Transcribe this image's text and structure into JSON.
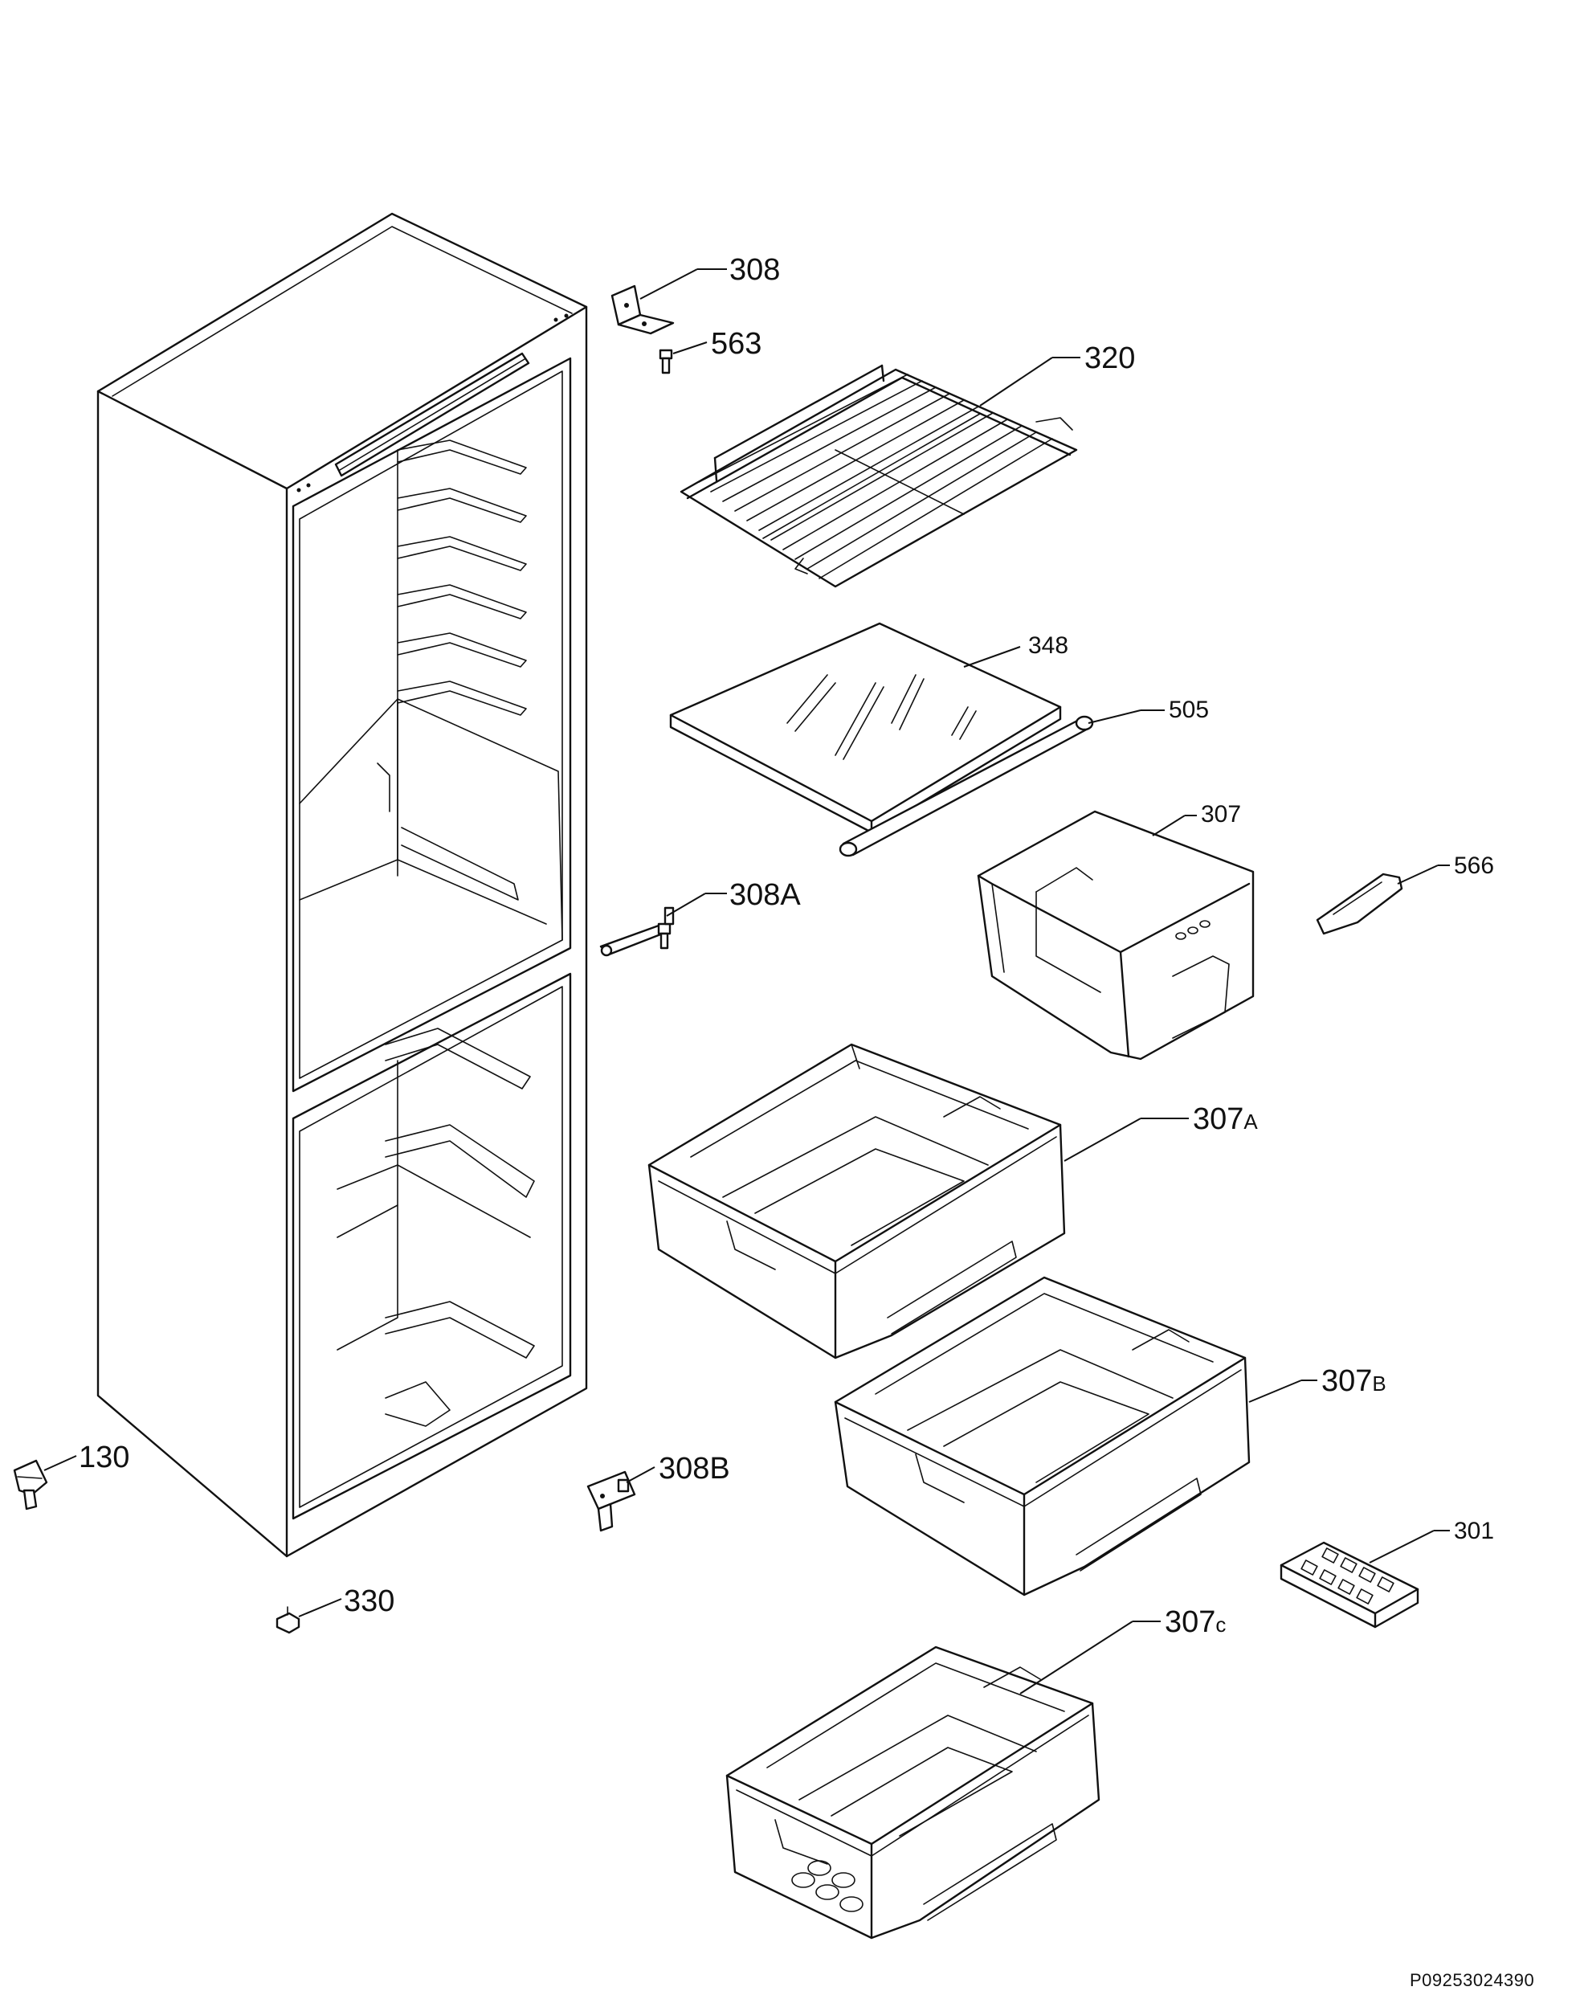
{
  "labels": {
    "p308": "308",
    "p563": "563",
    "p320": "320",
    "p348": "348",
    "p505": "505",
    "p307": "307",
    "p566": "566",
    "p308A": {
      "num": "308",
      "suffix": "A"
    },
    "p307A": {
      "num": "307",
      "suffix": "A"
    },
    "p307B": {
      "num": "307",
      "suffix": "B"
    },
    "p308B": {
      "num": "308",
      "suffix": "B"
    },
    "p301": "301",
    "p307C": {
      "num": "307",
      "suffix": "c"
    },
    "p130": "130",
    "p330": "330"
  },
  "diagram_code": "P09253024390"
}
